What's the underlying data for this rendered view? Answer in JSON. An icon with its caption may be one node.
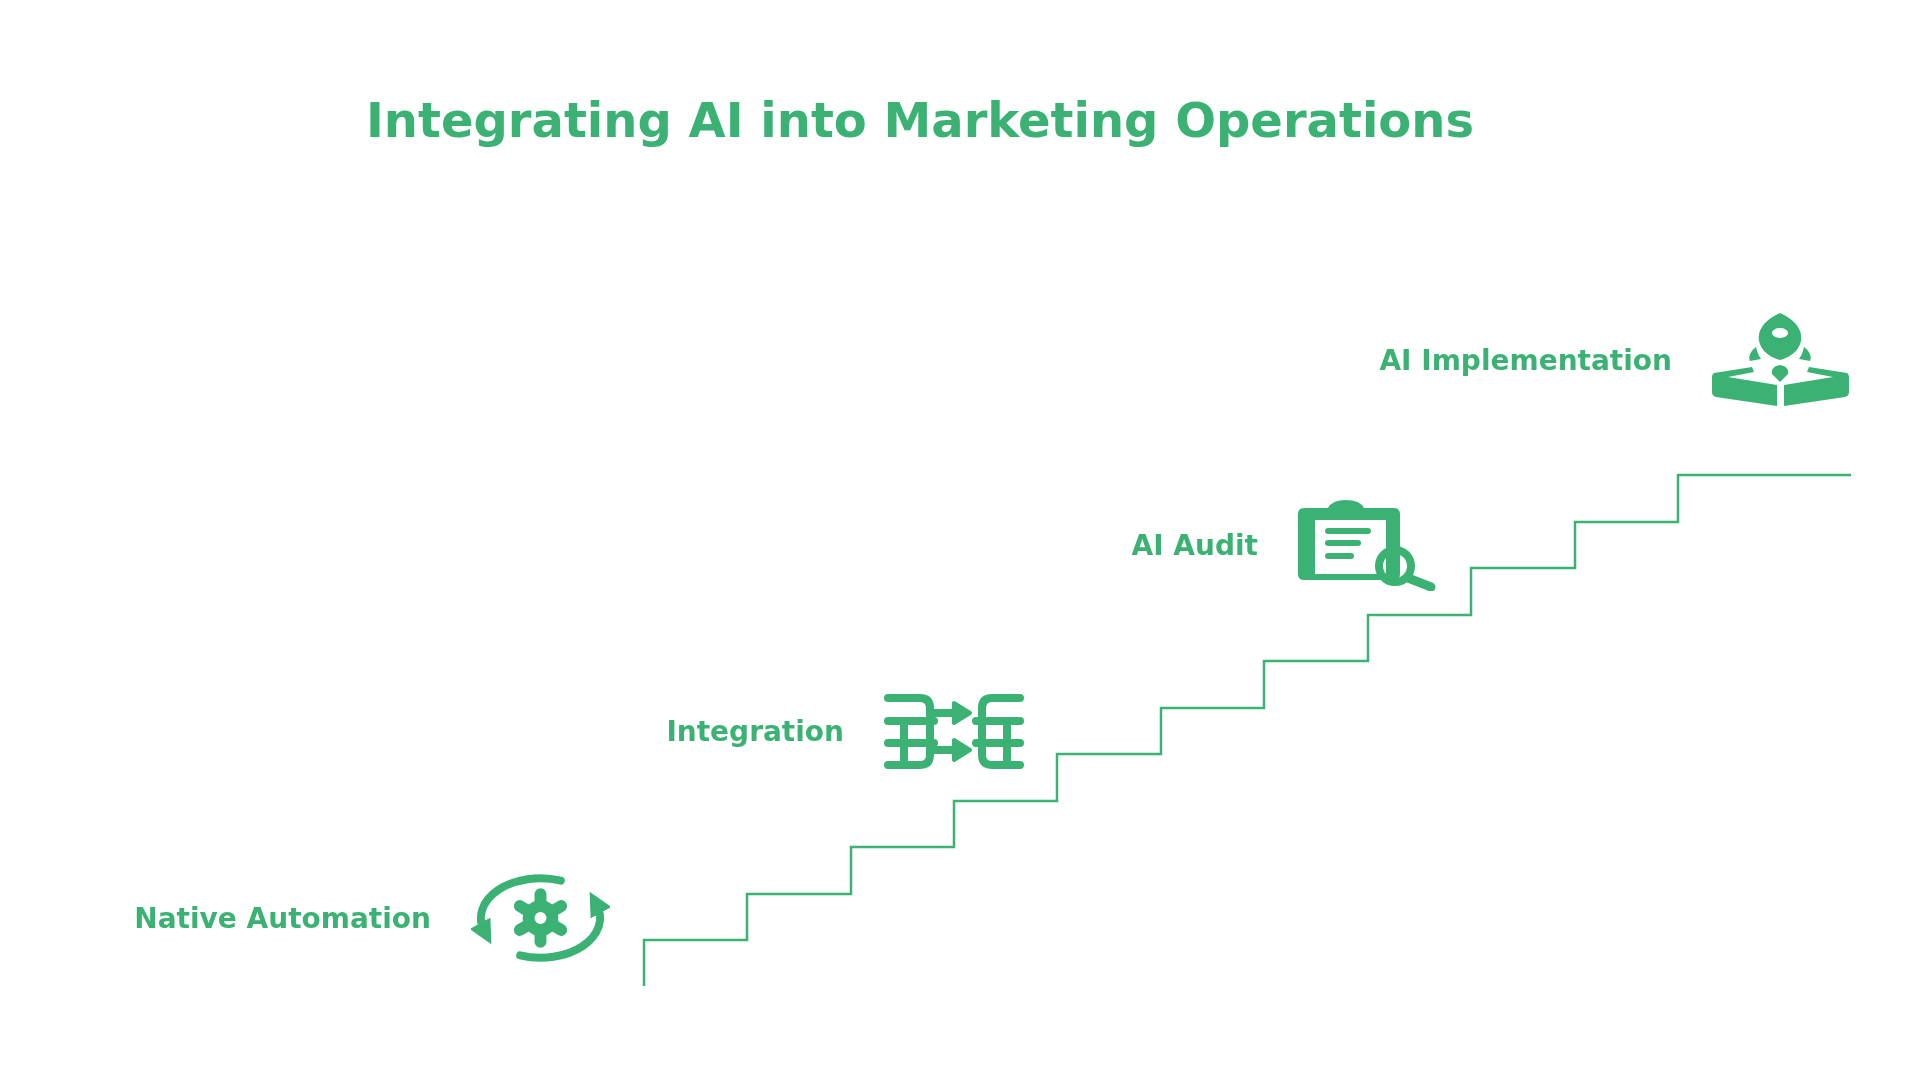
{
  "diagram": {
    "title": "Integrating AI into Marketing Operations",
    "nodes": [
      {
        "text": [
          "Native Automation"
        ]
      },
      {
        "text": [
          "Integration"
        ]
      },
      {
        "text": [
          "AI Audit"
        ]
      },
      {
        "text": [
          "AI Implementation"
        ]
      }
    ]
  }
}
